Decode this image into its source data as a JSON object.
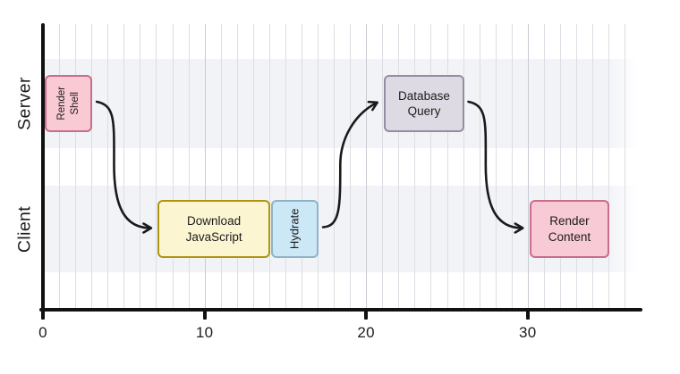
{
  "chart_data": {
    "type": "bar",
    "subtype": "gantt-flow-timeline",
    "title": "",
    "xlabel": "",
    "ylabel": "",
    "xlim": [
      0,
      37
    ],
    "x_ticks": [
      0,
      10,
      20,
      30
    ],
    "grid": "vertical, minor every 1 unit, major every 10 units",
    "rows": [
      {
        "label": "Server"
      },
      {
        "label": "Client"
      }
    ],
    "tasks": [
      {
        "id": "render-shell",
        "row": "Server",
        "label": "Render Shell",
        "label_lines": [
          "Render",
          "Shell"
        ],
        "start": 0,
        "end": 3,
        "text_rotated": true,
        "fill": "#f9c9d4",
        "border": "#c96d8b"
      },
      {
        "id": "download-javascript",
        "row": "Client",
        "label": "Download JavaScript",
        "label_lines": [
          "Download",
          "JavaScript"
        ],
        "start": 7,
        "end": 14,
        "text_rotated": false,
        "fill": "#fcf5d2",
        "border": "#b09410"
      },
      {
        "id": "hydrate",
        "row": "Client",
        "label": "Hydrate",
        "label_lines": [
          "Hydrate"
        ],
        "start": 14,
        "end": 17,
        "text_rotated": true,
        "fill": "#cce8f7",
        "border": "#8fb3c6"
      },
      {
        "id": "database-query",
        "row": "Server",
        "label": "Database Query",
        "label_lines": [
          "Database",
          "Query"
        ],
        "start": 21,
        "end": 26,
        "text_rotated": false,
        "fill": "#dedae3",
        "border": "#948ca2"
      },
      {
        "id": "render-content",
        "row": "Client",
        "label": "Render Content",
        "label_lines": [
          "Render",
          "Content"
        ],
        "start": 30,
        "end": 35,
        "text_rotated": false,
        "fill": "#f7cad5",
        "border": "#c96d8b"
      }
    ],
    "arrows": [
      {
        "from": "render-shell",
        "to": "download-javascript"
      },
      {
        "from": "hydrate",
        "to": "database-query"
      },
      {
        "from": "database-query",
        "to": "render-content"
      }
    ],
    "colors": {
      "band": "#f2f3f7",
      "grid_minor": "#dddee5",
      "grid_major": "#c9cad3",
      "axis": "#111111",
      "arrow": "#1a1a1a",
      "text": "#1c1c1c"
    }
  }
}
